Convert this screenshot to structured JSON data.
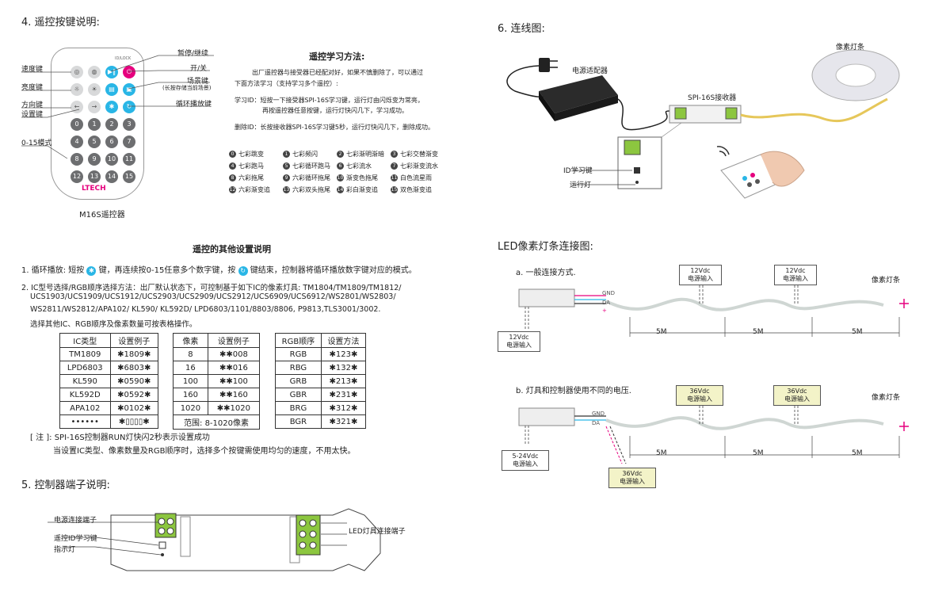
{
  "left": {
    "sec4_title": "4.  遥控按键说明:",
    "remote_caption": "M16S遥控器",
    "remote_brand": "LTECH",
    "remote_top_label": "ID/LOCK",
    "remote_keys_row1": [
      "速度键"
    ],
    "labels_left": [
      "速度键",
      "亮度键",
      "方向键",
      "设置键",
      "0-15模式"
    ],
    "labels_right": [
      "暂停/继续",
      "开/关",
      "场景键",
      "(长按存储当前场景)",
      "循环播放键"
    ],
    "num_keys": [
      "0",
      "1",
      "2",
      "3",
      "4",
      "5",
      "6",
      "7",
      "8",
      "9",
      "10",
      "11",
      "12",
      "13",
      "14",
      "15"
    ],
    "learn_title": "遥控学习方法:",
    "learn_p1": "出厂遥控器与接受器已经配对好，如果不慎删除了，可以通过",
    "learn_p2": "下面方法学习（支持学习多个遥控）:",
    "learn_id1": "学习ID：短按一下接受器SPI-16S学习键，运行灯由闪烁变为常亮，",
    "learn_id2": "再按遥控器任意按键，运行灯快闪几下，学习成功。",
    "delete_id": "删除ID：长按接收器SPI-16S学习键5秒，运行灯快闪几下，删除成功。",
    "modes": [
      {
        "n": "0",
        "t": "七彩跳变"
      },
      {
        "n": "1",
        "t": "七彩频闪"
      },
      {
        "n": "2",
        "t": "七彩渐明渐暗"
      },
      {
        "n": "3",
        "t": "七彩交替渐变"
      },
      {
        "n": "4",
        "t": "七彩跑马"
      },
      {
        "n": "5",
        "t": "七彩循环跑马"
      },
      {
        "n": "6",
        "t": "七彩流水"
      },
      {
        "n": "7",
        "t": "七彩渐变流水"
      },
      {
        "n": "8",
        "t": "六彩拖尾"
      },
      {
        "n": "9",
        "t": "六彩循环拖尾"
      },
      {
        "n": "10",
        "t": "渐变色拖尾"
      },
      {
        "n": "11",
        "t": "白色流星雨"
      },
      {
        "n": "12",
        "t": "六彩渐变追"
      },
      {
        "n": "13",
        "t": "六彩双头拖尾"
      },
      {
        "n": "14",
        "t": "彩白渐变追"
      },
      {
        "n": "15",
        "t": "双色渐变追"
      }
    ],
    "other_title": "遥控的其他设置说明",
    "item1_a": "1. 循环播放: 短按",
    "item1_b": "键，再连续按0-15任意多个数字键，按",
    "item1_c": "键结束，控制器将循环播放数字键对应的模式。",
    "item2_l1": "2. IC型号选择/RGB顺序选择方法：出厂默认状态下，可控制基于如下IC的像素灯具: TM1804/TM1809/TM1812/",
    "item2_l2": "UCS1903/UCS1909/UCS1912/UCS2903/UCS2909/UCS2912/UCS6909/UCS6912/WS2801/WS2803/",
    "item2_l3": "WS2811/WS2812/APA102/ KL590/ KL592D/ LPD6803/1101/8803/8806, P9813,TLS3001/3002.",
    "item2_l4": "选择其他IC、RGB顺序及像素数量可按表格操作。",
    "table1": {
      "headers": [
        "IC类型",
        "设置例子"
      ],
      "rows": [
        [
          "TM1809",
          "✱1809✱"
        ],
        [
          "LPD6803",
          "✱6803✱"
        ],
        [
          "KL590",
          "✱0590✱"
        ],
        [
          "KL592D",
          "✱0592✱"
        ],
        [
          "APA102",
          "✱0102✱"
        ],
        [
          "••••••",
          "✱▯▯▯▯✱"
        ]
      ]
    },
    "table2": {
      "headers": [
        "像素",
        "设置例子"
      ],
      "rows": [
        [
          "8",
          "✱✱008"
        ],
        [
          "16",
          "✱✱016"
        ],
        [
          "100",
          "✱✱100"
        ],
        [
          "160",
          "✱✱160"
        ],
        [
          "1020",
          "✱✱1020"
        ]
      ],
      "footer": "范围: 8-1020像素"
    },
    "table3": {
      "headers": [
        "RGB顺序",
        "设置方法"
      ],
      "rows": [
        [
          "RGB",
          "✱123✱"
        ],
        [
          "RBG",
          "✱132✱"
        ],
        [
          "GRB",
          "✱213✱"
        ],
        [
          "GBR",
          "✱231✱"
        ],
        [
          "BRG",
          "✱312✱"
        ],
        [
          "BGR",
          "✱321✱"
        ]
      ]
    },
    "note1": "[ 注 ]: SPI-16S控制器RUN灯快闪2秒表示设置成功",
    "note2": "当设置IC类型、像素数量及RGB顺序时，选择多个按键需使用均匀的速度，不用太快。",
    "sec5_title": "5.  控制器端子说明:",
    "term_power": "电源连接端子",
    "term_id": "遥控ID学习键",
    "term_led": "指示灯",
    "term_out": "LED灯具连接端子"
  },
  "right": {
    "sec6_title": "6.  连线图:",
    "adapter": "电源适配器",
    "receiver": "SPI-16S接收器",
    "strip": "像素灯条",
    "id_key": "ID学习键",
    "run_led": "运行灯",
    "led_title": "LED像素灯条连接图:",
    "a_title": "a.  一般连接方式.",
    "b_title": "b.  灯具和控制器使用不同的电压.",
    "v12_l1": "12Vdc",
    "v12_l2": "电源输入",
    "v36_l1": "36Vdc",
    "v36_l2": "电源输入",
    "v524_l1": "5-24Vdc",
    "v524_l2": "电源输入",
    "len": "5M",
    "strip_label": "像素灯条",
    "gnd": "GND",
    "da": "DA",
    "plus": "+",
    "minus": "−"
  },
  "colors": {
    "cyan": "#29b6e6",
    "magenta": "#e6007e",
    "gray": "#6d6e70",
    "yellow_box": "#f3f3c8"
  }
}
